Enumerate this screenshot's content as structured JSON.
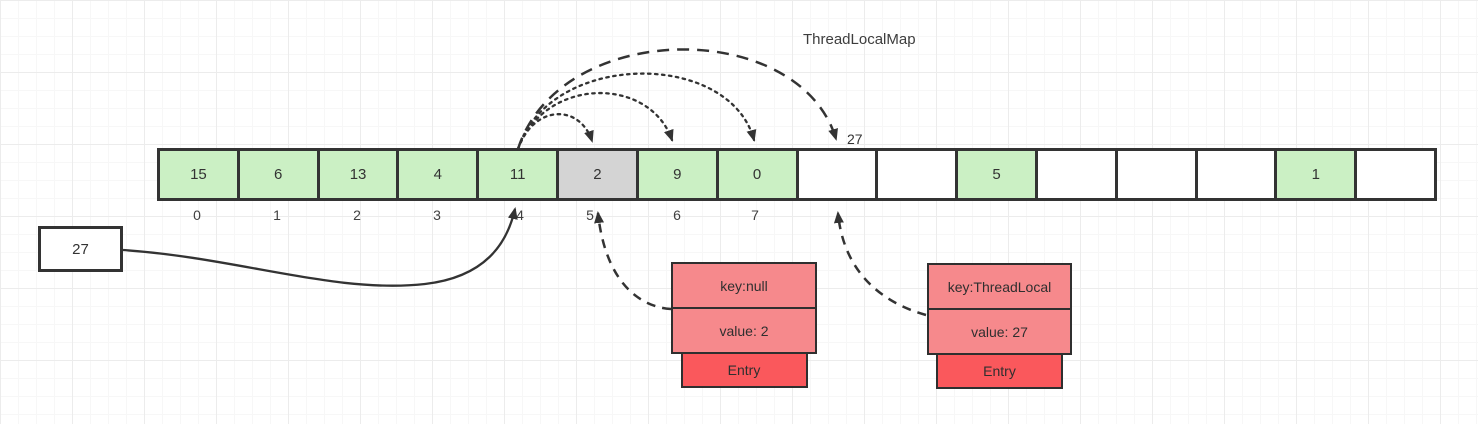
{
  "title": "ThreadLocalMap",
  "array": {
    "cells": [
      {
        "value": "15",
        "state": "filled"
      },
      {
        "value": "6",
        "state": "filled"
      },
      {
        "value": "13",
        "state": "filled"
      },
      {
        "value": "4",
        "state": "filled"
      },
      {
        "value": "11",
        "state": "filled"
      },
      {
        "value": "2",
        "state": "stale"
      },
      {
        "value": "9",
        "state": "filled"
      },
      {
        "value": "0",
        "state": "filled"
      },
      {
        "value": "",
        "state": "empty"
      },
      {
        "value": "",
        "state": "empty"
      },
      {
        "value": "5",
        "state": "filled"
      },
      {
        "value": "",
        "state": "empty"
      },
      {
        "value": "",
        "state": "empty"
      },
      {
        "value": "",
        "state": "empty"
      },
      {
        "value": "1",
        "state": "filled"
      },
      {
        "value": "",
        "state": "empty"
      }
    ],
    "index_labels": [
      "0",
      "1",
      "2",
      "3",
      "4",
      "5",
      "6",
      "7"
    ],
    "probe_result_label": "27"
  },
  "value_box": {
    "label": "27"
  },
  "entries": [
    {
      "key": "key:null",
      "value": "value: 2",
      "tab": "Entry"
    },
    {
      "key": "key:ThreadLocal",
      "value": "value: 27",
      "tab": "Entry"
    }
  ],
  "colors": {
    "cell_filled": "#cbf0c4",
    "cell_stale": "#d4d4d4",
    "cell_empty": "#ffffff",
    "entry_row": "#f6898c",
    "entry_tab": "#fa585c",
    "stroke": "#333333"
  }
}
